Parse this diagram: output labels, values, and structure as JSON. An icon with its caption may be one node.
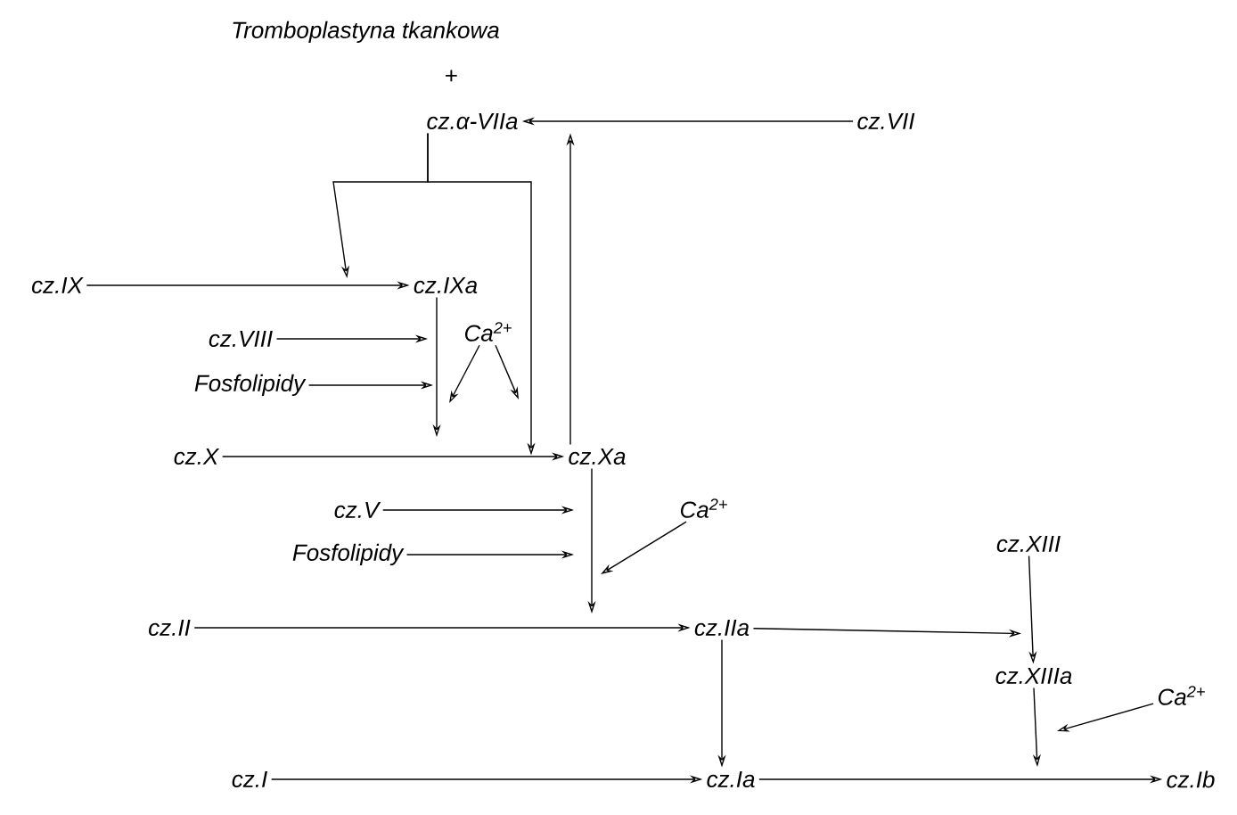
{
  "diagram": {
    "nodes": [
      {
        "text": [
          "cz.α-VIIa"
        ]
      },
      {
        "text": [
          "cz.VII"
        ]
      },
      {
        "text": [
          "cz.IX"
        ]
      },
      {
        "text": [
          "cz.IXa"
        ]
      },
      {
        "text": [
          "cz.VIII"
        ]
      },
      {
        "text": [
          "Ca$^{2+}$"
        ]
      },
      {
        "text": [
          "Fosfolipidy"
        ]
      },
      {
        "text": [
          "cz.X"
        ]
      },
      {
        "text": [
          "cz.Xa"
        ]
      },
      {
        "text": [
          "cz.V"
        ]
      },
      {
        "text": [
          "Ca$^{2+}$"
        ]
      },
      {
        "text": [
          "Fosfolipidy"
        ]
      },
      {
        "text": [
          "cz.II"
        ]
      },
      {
        "text": [
          "cz.IIa"
        ]
      },
      {
        "text": [
          "cz.XIII"
        ]
      },
      {
        "text": [
          "cz.XIIIa"
        ]
      },
      {
        "text": [
          "Ca$^{2+}$"
        ]
      },
      {
        "text": [
          "cz.I"
        ]
      },
      {
        "text": [
          "cz.Ia"
        ]
      },
      {
        "text": [
          "cz.Ib"
        ]
      }
    ],
    "edges": [
      {
        "from": 1,
        "to": 0,
        "arrow": "to"
      },
      {
        "from": 8,
        "to": 0,
        "arrow": "to"
      },
      {
        "from": 0,
        "to": 3,
        "arrow": "to"
      },
      {
        "from": 0,
        "to": 8,
        "arrow": "to"
      },
      {
        "from": 2,
        "to": 3,
        "arrow": "to"
      },
      {
        "from": 4,
        "to": null,
        "arrow": "to"
      },
      {
        "from": 6,
        "to": null,
        "arrow": "to"
      },
      {
        "from": 3,
        "to": null,
        "arrow": "to"
      },
      {
        "from": 5,
        "to": null,
        "arrow": "to"
      },
      {
        "from": 5,
        "to": null,
        "arrow": "to"
      },
      {
        "from": 7,
        "to": 8,
        "arrow": "to"
      },
      {
        "from": 9,
        "to": null,
        "arrow": "to"
      },
      {
        "from": 11,
        "to": null,
        "arrow": "to"
      },
      {
        "from": 10,
        "to": null,
        "arrow": "to"
      },
      {
        "from": 8,
        "to": null,
        "arrow": "to"
      },
      {
        "from": 12,
        "to": 13,
        "arrow": "to"
      },
      {
        "from": 13,
        "to": 15,
        "arrow": "to"
      },
      {
        "from": 14,
        "to": 15,
        "arrow": "to"
      },
      {
        "from": 13,
        "to": 18,
        "arrow": "to"
      },
      {
        "from": 17,
        "to": 18,
        "arrow": "to"
      },
      {
        "from": 15,
        "to": null,
        "arrow": "to"
      },
      {
        "from": 16,
        "to": null,
        "arrow": "to"
      },
      {
        "from": 18,
        "to": 19,
        "arrow": "to"
      }
    ],
    "labels": [
      "Tromboplastyna tkankowa",
      "+"
    ]
  }
}
